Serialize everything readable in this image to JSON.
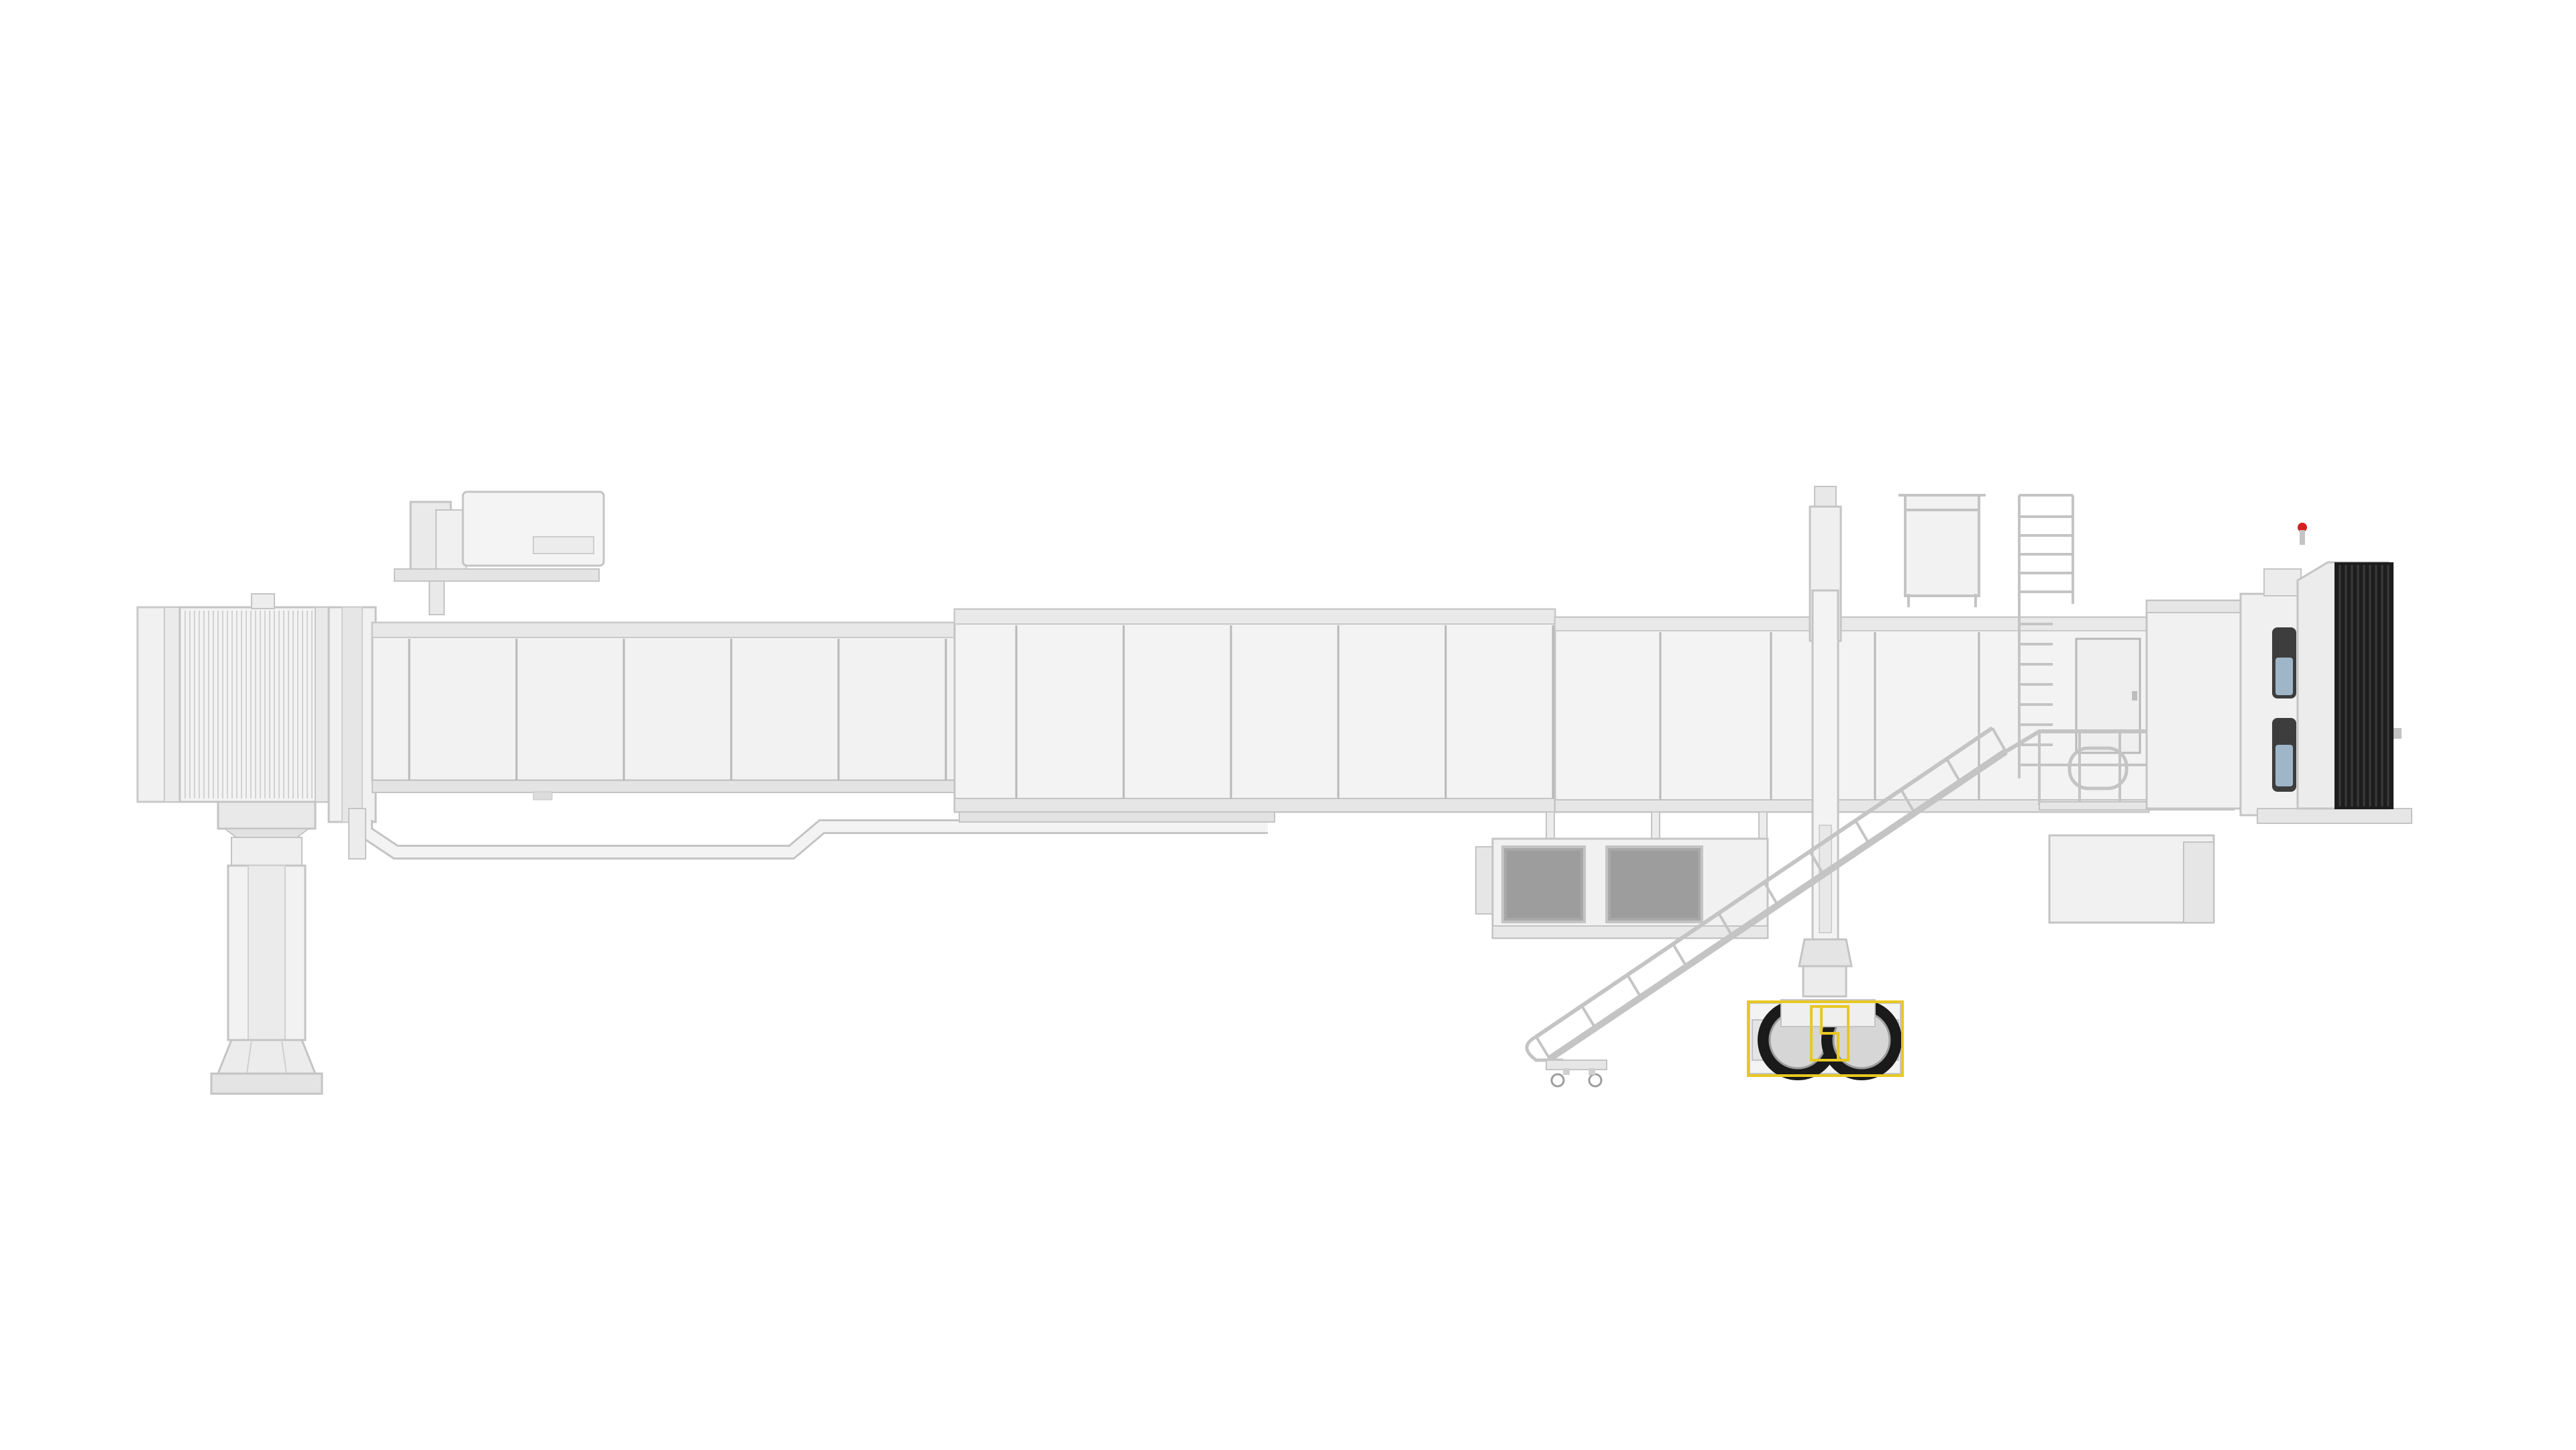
{
  "scene": {
    "subject": "passenger-boarding-bridge-side-elevation",
    "background_color": "#ffffff",
    "colors": {
      "body_fill": "#f1f1f1",
      "body_light": "#f7f7f7",
      "body_stroke": "#c9c9c9",
      "panel_line": "#b8b8b8",
      "shade": "#dadada",
      "window_dark": "#8f8f8f",
      "bellows": "#1d1d1d",
      "bellows_rib": "#3a3a3a",
      "glass": "#9fb6c8",
      "wheel": "#1a1a1a",
      "highlight": "#e8c822",
      "beacon": "#d42020"
    },
    "components": [
      "rotunda",
      "rotunda-column",
      "tunnel-a",
      "tunnel-b",
      "tunnel-c",
      "service-stair",
      "drive-column",
      "wheel-bogie",
      "cab",
      "bellows-canopy",
      "hvac-unit",
      "utility-box",
      "access-ladder"
    ]
  }
}
